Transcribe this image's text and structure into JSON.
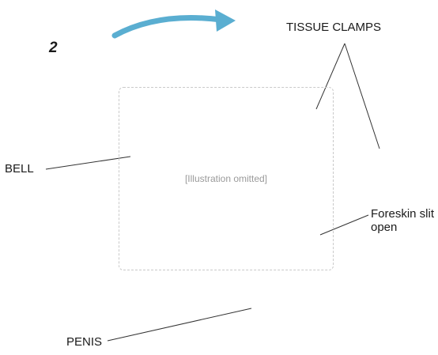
{
  "step_number": "2",
  "labels": {
    "tissue_clamps": "TISSUE CLAMPS",
    "bell": "BELL",
    "foreskin": "Foreskin slit open",
    "penis": "PENIS"
  },
  "arrow_color": "#5aaed1"
}
